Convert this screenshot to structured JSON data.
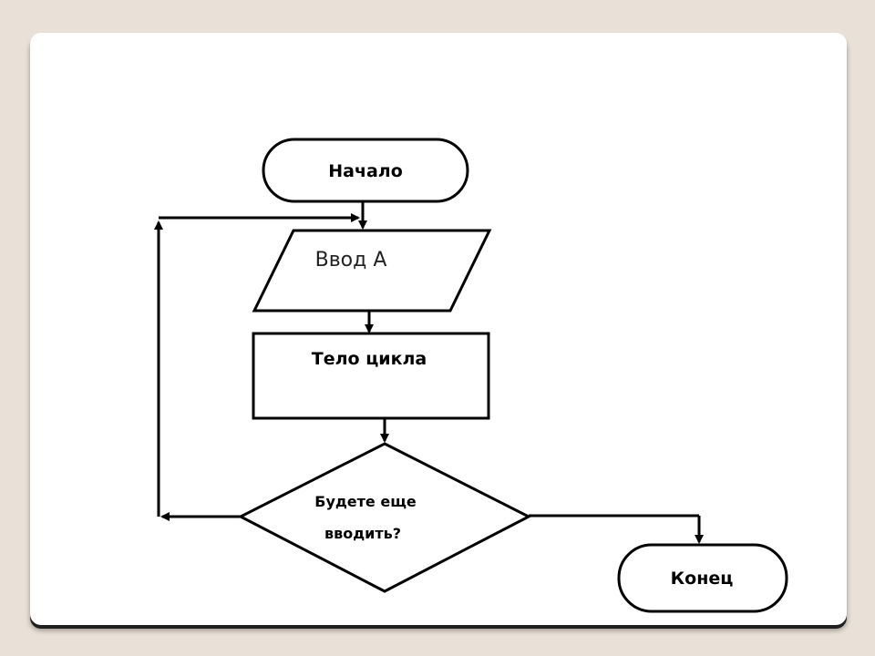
{
  "diagram": {
    "start_label": "Начало",
    "input_label": "Ввод А",
    "process_label": "Тело цикла",
    "decision_line1": "Будете еще",
    "decision_line2": "вводить?",
    "end_label": "Конец"
  },
  "colors": {
    "background": "#e9e1d7",
    "card": "#ffffff",
    "stroke": "#000000"
  }
}
